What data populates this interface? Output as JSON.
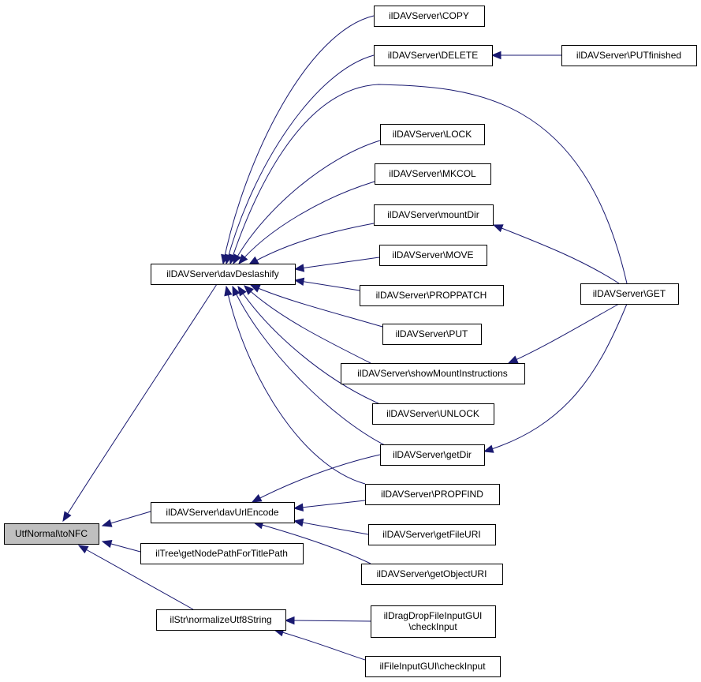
{
  "diagram": {
    "nodes": [
      {
        "id": "toNFC",
        "lines": [
          "UtfNormal\\toNFC"
        ],
        "root": true
      },
      {
        "id": "davDeslashify",
        "lines": [
          "ilDAVServer\\davDeslashify"
        ]
      },
      {
        "id": "davUrlEncode",
        "lines": [
          "ilDAVServer\\davUrlEncode"
        ]
      },
      {
        "id": "getNodePath",
        "lines": [
          "ilTree\\getNodePathForTitlePath"
        ]
      },
      {
        "id": "normalizeUtf8",
        "lines": [
          "ilStr\\normalizeUtf8String"
        ]
      },
      {
        "id": "copy",
        "lines": [
          "ilDAVServer\\COPY"
        ]
      },
      {
        "id": "delete",
        "lines": [
          "ilDAVServer\\DELETE"
        ]
      },
      {
        "id": "lock",
        "lines": [
          "ilDAVServer\\LOCK"
        ]
      },
      {
        "id": "mkcol",
        "lines": [
          "ilDAVServer\\MKCOL"
        ]
      },
      {
        "id": "mountDir",
        "lines": [
          "ilDAVServer\\mountDir"
        ]
      },
      {
        "id": "move",
        "lines": [
          "ilDAVServer\\MOVE"
        ]
      },
      {
        "id": "proppatch",
        "lines": [
          "ilDAVServer\\PROPPATCH"
        ]
      },
      {
        "id": "put",
        "lines": [
          "ilDAVServer\\PUT"
        ]
      },
      {
        "id": "showMount",
        "lines": [
          "ilDAVServer\\showMountInstructions"
        ]
      },
      {
        "id": "unlock",
        "lines": [
          "ilDAVServer\\UNLOCK"
        ]
      },
      {
        "id": "getDir",
        "lines": [
          "ilDAVServer\\getDir"
        ]
      },
      {
        "id": "propfind",
        "lines": [
          "ilDAVServer\\PROPFIND"
        ]
      },
      {
        "id": "getFileURI",
        "lines": [
          "ilDAVServer\\getFileURI"
        ]
      },
      {
        "id": "getObjectURI",
        "lines": [
          "ilDAVServer\\getObjectURI"
        ]
      },
      {
        "id": "dragDrop",
        "lines": [
          "ilDragDropFileInputGUI",
          "\\checkInput"
        ]
      },
      {
        "id": "fileInput",
        "lines": [
          "ilFileInputGUI\\checkInput"
        ]
      },
      {
        "id": "putFinished",
        "lines": [
          "ilDAVServer\\PUTfinished"
        ]
      },
      {
        "id": "get",
        "lines": [
          "ilDAVServer\\GET"
        ]
      }
    ],
    "edges": [
      {
        "from": "davDeslashify",
        "to": "toNFC"
      },
      {
        "from": "davUrlEncode",
        "to": "toNFC"
      },
      {
        "from": "getNodePath",
        "to": "toNFC"
      },
      {
        "from": "normalizeUtf8",
        "to": "toNFC"
      },
      {
        "from": "copy",
        "to": "davDeslashify"
      },
      {
        "from": "delete",
        "to": "davDeslashify"
      },
      {
        "from": "get",
        "to": "davDeslashify"
      },
      {
        "from": "lock",
        "to": "davDeslashify"
      },
      {
        "from": "mkcol",
        "to": "davDeslashify"
      },
      {
        "from": "mountDir",
        "to": "davDeslashify"
      },
      {
        "from": "move",
        "to": "davDeslashify"
      },
      {
        "from": "proppatch",
        "to": "davDeslashify"
      },
      {
        "from": "put",
        "to": "davDeslashify"
      },
      {
        "from": "showMount",
        "to": "davDeslashify"
      },
      {
        "from": "unlock",
        "to": "davDeslashify"
      },
      {
        "from": "getDir",
        "to": "davDeslashify"
      },
      {
        "from": "propfind",
        "to": "davDeslashify"
      },
      {
        "from": "getDir",
        "to": "davUrlEncode"
      },
      {
        "from": "propfind",
        "to": "davUrlEncode"
      },
      {
        "from": "getFileURI",
        "to": "davUrlEncode"
      },
      {
        "from": "getObjectURI",
        "to": "davUrlEncode"
      },
      {
        "from": "dragDrop",
        "to": "normalizeUtf8"
      },
      {
        "from": "fileInput",
        "to": "normalizeUtf8"
      },
      {
        "from": "putFinished",
        "to": "delete"
      },
      {
        "from": "get",
        "to": "mountDir"
      },
      {
        "from": "get",
        "to": "showMount"
      },
      {
        "from": "get",
        "to": "getDir"
      }
    ]
  }
}
